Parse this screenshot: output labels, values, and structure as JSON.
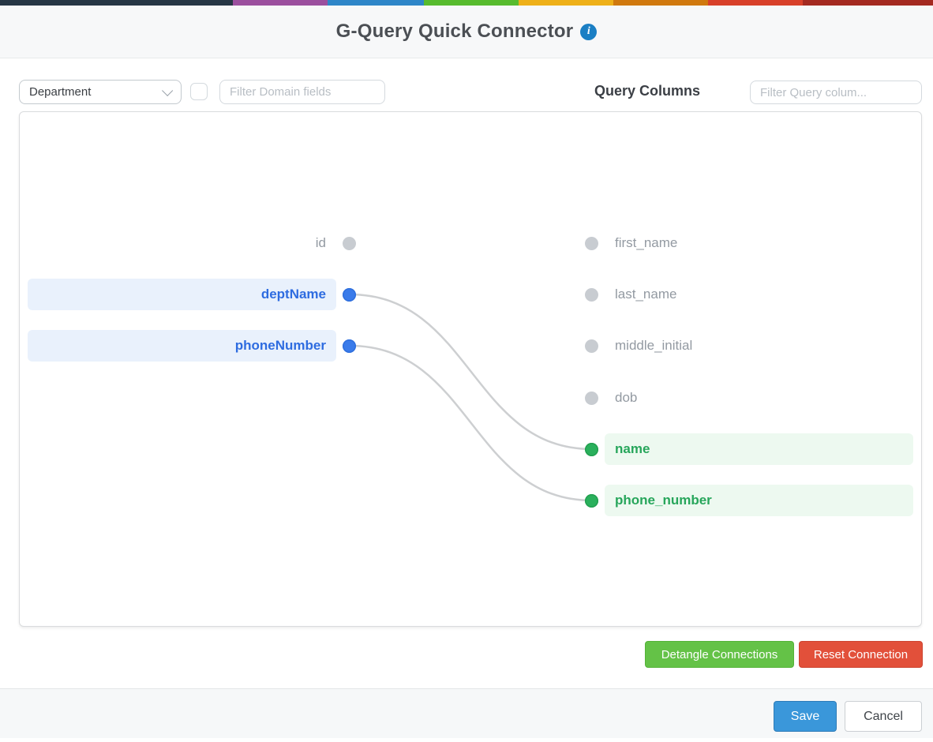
{
  "header": {
    "title": "G-Query Quick Connector",
    "info_icon_glyph": "i"
  },
  "toolbar": {
    "domain_select": {
      "value": "Department"
    },
    "domain_filter": {
      "placeholder": "Filter Domain fields"
    },
    "query_columns_label": "Query Columns",
    "query_filter": {
      "placeholder": "Filter Query colum..."
    }
  },
  "mapper": {
    "domain_fields": [
      {
        "label": "id",
        "state": "unmapped"
      },
      {
        "label": "deptName",
        "state": "mapped"
      },
      {
        "label": "phoneNumber",
        "state": "mapped"
      }
    ],
    "query_columns": [
      {
        "label": "first_name",
        "state": "unmapped"
      },
      {
        "label": "last_name",
        "state": "unmapped"
      },
      {
        "label": "middle_initial",
        "state": "unmapped"
      },
      {
        "label": "dob",
        "state": "unmapped"
      },
      {
        "label": "name",
        "state": "mapped"
      },
      {
        "label": "phone_number",
        "state": "mapped"
      }
    ],
    "connections": [
      {
        "from": "deptName",
        "to": "name"
      },
      {
        "from": "phoneNumber",
        "to": "phone_number"
      }
    ]
  },
  "actions": {
    "detangle_label": "Detangle Connections",
    "reset_label": "Reset Connection"
  },
  "footer": {
    "save_label": "Save",
    "cancel_label": "Cancel"
  },
  "colors": {
    "stripe": [
      "#263645",
      "#9b4f9e",
      "#2e86c8",
      "#57bb2e",
      "#eeb019",
      "#d0790e",
      "#d8402a",
      "#a42a21"
    ],
    "info_icon_bg": "#1b7fc4",
    "domain_mapped_text": "#2e6ce0",
    "domain_pill_bg": "#e9f1fc",
    "query_mapped_text": "#27a65b",
    "query_pill_bg": "#edf9f0",
    "mapped_domain_dot": "#3a7bea",
    "mapped_query_dot": "#2ab05c",
    "unmapped_dot": "#c8ccd1",
    "wire": "#cdcfd1",
    "detangle_bg": "#64c247",
    "reset_bg": "#e2503a",
    "save_bg": "#3a97da"
  }
}
